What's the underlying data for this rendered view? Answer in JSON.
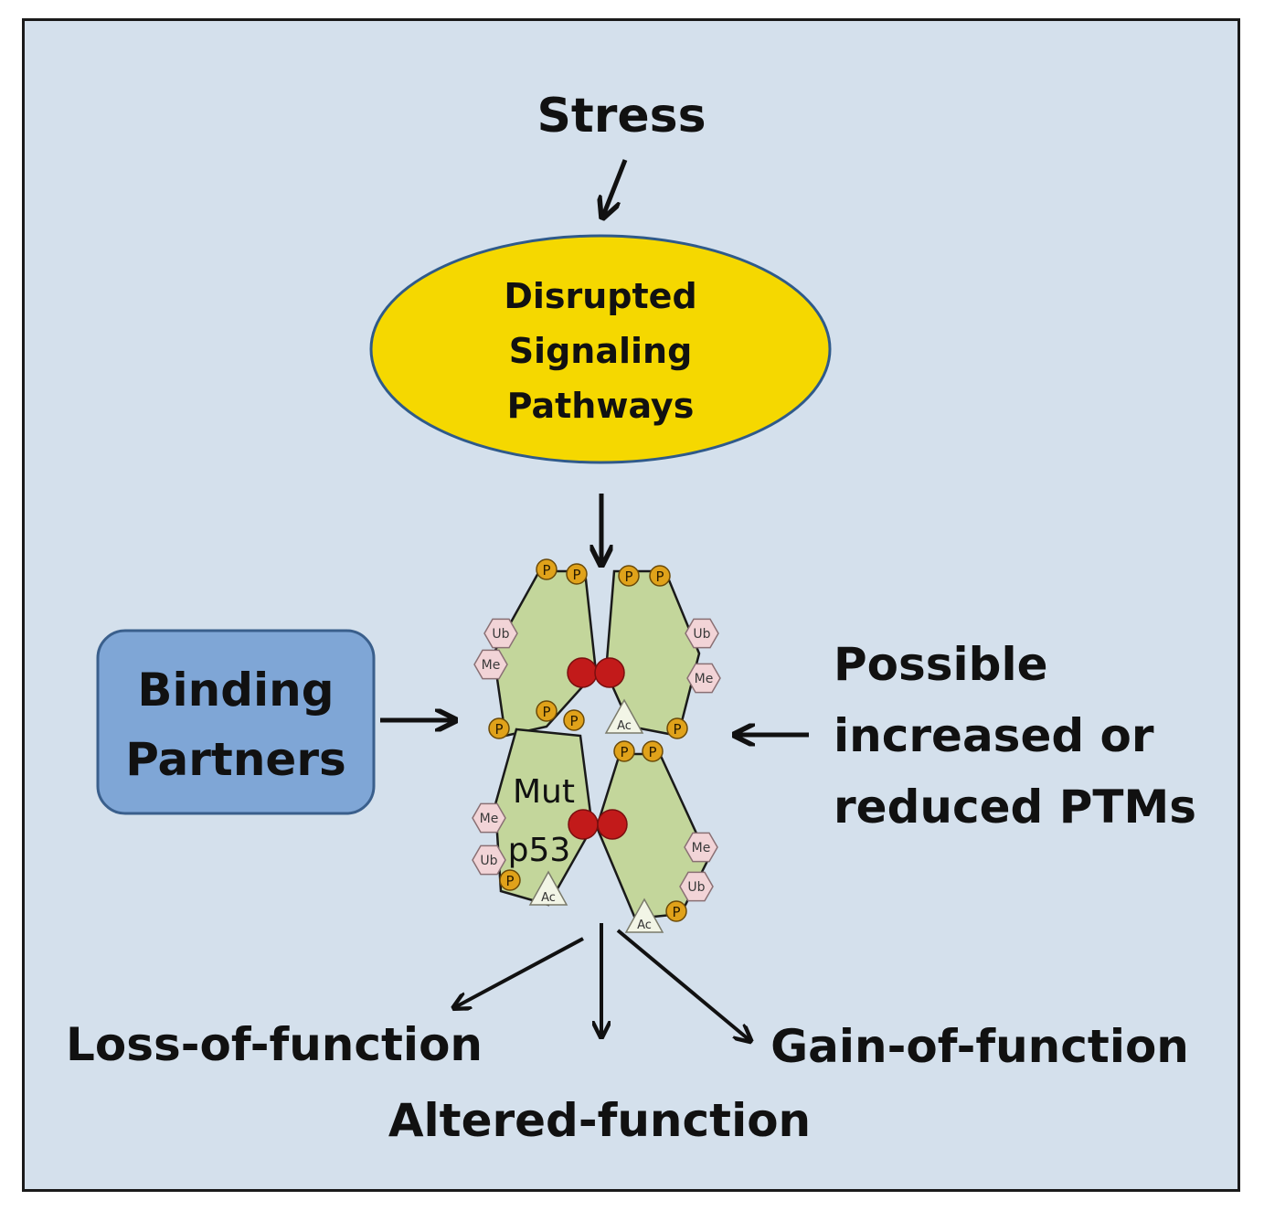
{
  "stress": "Stress",
  "ellipse": {
    "line1": "Disrupted",
    "line2": "Signaling",
    "line3": "Pathways"
  },
  "binding_box": {
    "line1": "Binding",
    "line2": "Partners"
  },
  "ptm_note": {
    "line1": "Possible",
    "line2": "increased or",
    "line3": "reduced PTMs"
  },
  "protein": {
    "line1": "Mut",
    "line2": "p53"
  },
  "markers": {
    "phospho": "P",
    "ubiquitin": "Ub",
    "methyl": "Me",
    "acetyl": "Ac"
  },
  "outcomes": {
    "loss": "Loss-of-function",
    "altered": "Altered-function",
    "gain": "Gain-of-function"
  },
  "colors": {
    "background": "#d4e0ec",
    "ellipse_fill": "#f5d800",
    "ellipse_stroke": "#2f5a8a",
    "box_fill": "#7fa6d6",
    "box_stroke": "#3a5f8c",
    "subunit_fill": "#c3d69b",
    "phospho_fill": "#e0a21a",
    "mod_fill": "#f2d4d7",
    "acetyl_fill": "#f2f5e6",
    "dimer_dot": "#c21a1a"
  }
}
